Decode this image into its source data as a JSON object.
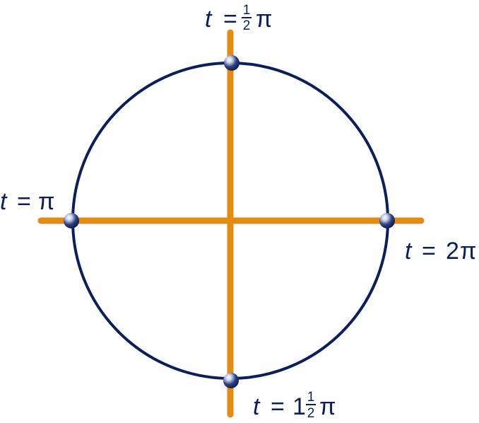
{
  "colors": {
    "circle": "#0b1f5c",
    "axes": "#e38b12",
    "point_fill": "#1a2e6e",
    "label": "#0b1f5c"
  },
  "labels": {
    "top": {
      "var": "t",
      "eq": "=",
      "num": "1",
      "den": "2",
      "pi": "π"
    },
    "left": {
      "var": "t",
      "eq": "=",
      "pi": "π"
    },
    "right": {
      "var": "t",
      "eq": "=",
      "coef": "2",
      "pi": "π"
    },
    "bottom": {
      "var": "t",
      "eq": "=",
      "whole": "1",
      "num": "1",
      "den": "2",
      "pi": "π"
    }
  }
}
